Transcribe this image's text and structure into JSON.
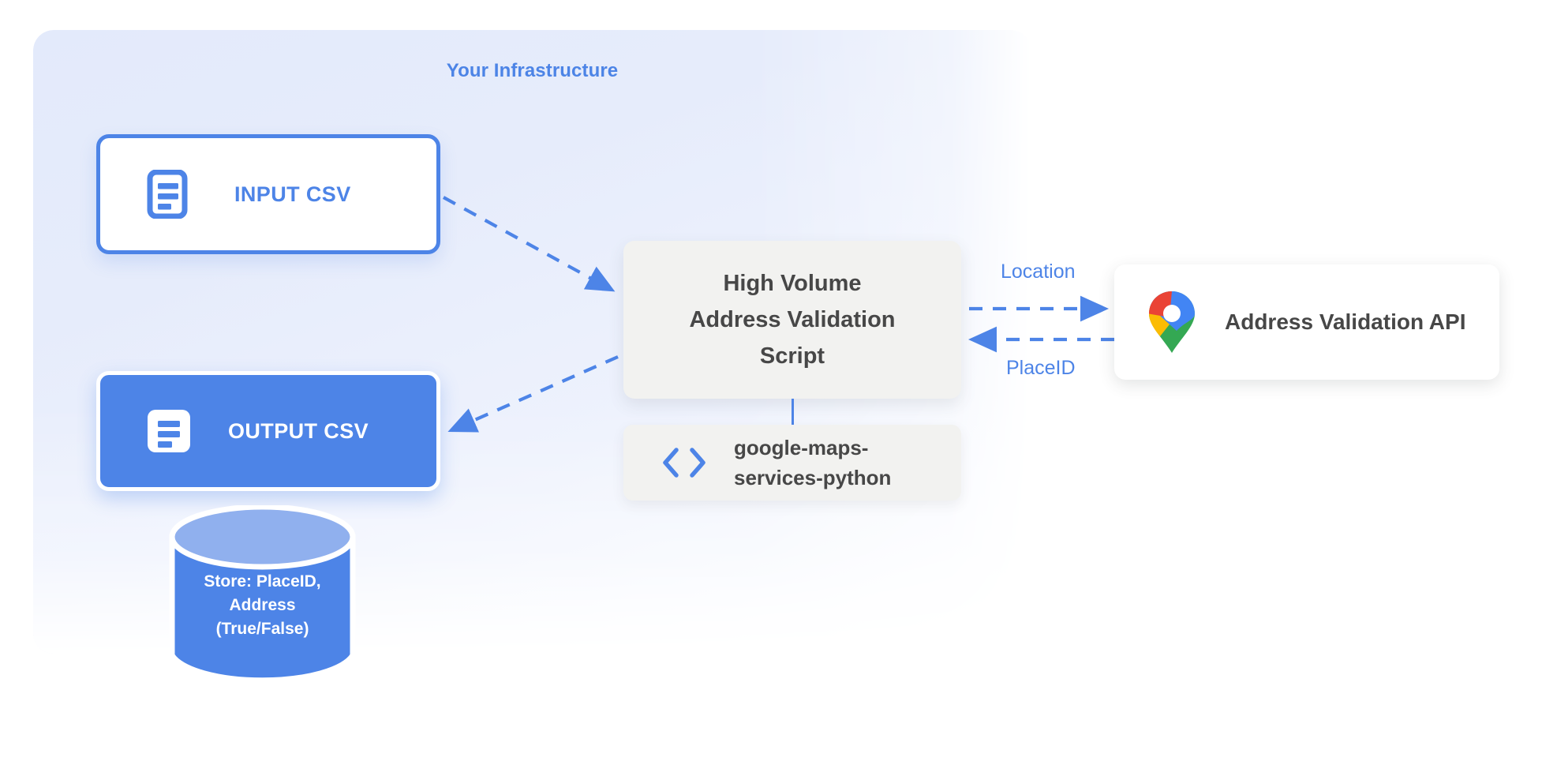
{
  "diagram": {
    "panel": {
      "title": "Your Infrastructure",
      "accent_color": "#4d84e7",
      "background_color": "#e3eafb"
    },
    "nodes": {
      "input_csv": {
        "label": "INPUT CSV",
        "icon": "document-icon",
        "fill": "#ffffff",
        "border": "#4d84e7",
        "text_color": "#4d84e7"
      },
      "output_csv": {
        "label": "OUTPUT CSV",
        "icon": "document-icon",
        "fill": "#4d84e7",
        "border": "#ffffff",
        "text_color": "#ffffff"
      },
      "script": {
        "lines": [
          "High Volume",
          "Address Validation",
          "Script"
        ],
        "fill": "#f2f2f0",
        "text_color": "#474747"
      },
      "library": {
        "lines": [
          "google-maps-",
          "services-python"
        ],
        "icon": "code-icon",
        "fill": "#f2f2f0",
        "text_color": "#474747"
      },
      "api": {
        "label": "Address Validation API",
        "icon": "google-maps-pin-icon",
        "fill": "#ffffff",
        "text_color": "#474747"
      },
      "database": {
        "lines": [
          "Store: PlaceID,",
          "Address",
          "(True/False)"
        ],
        "body_color": "#4d84e7",
        "top_color": "#90b0ee",
        "text_color": "#ffffff"
      }
    },
    "edges": [
      {
        "id": "input-to-script",
        "label": "",
        "style": "dashed",
        "direction": "to-script"
      },
      {
        "id": "script-to-output",
        "label": "",
        "style": "dashed",
        "direction": "to-output"
      },
      {
        "id": "script-to-api",
        "label": "Location",
        "style": "dashed",
        "direction": "right"
      },
      {
        "id": "api-to-script",
        "label": "PlaceID",
        "style": "dashed",
        "direction": "left"
      },
      {
        "id": "script-to-library",
        "label": "",
        "style": "solid",
        "direction": "down"
      }
    ]
  }
}
